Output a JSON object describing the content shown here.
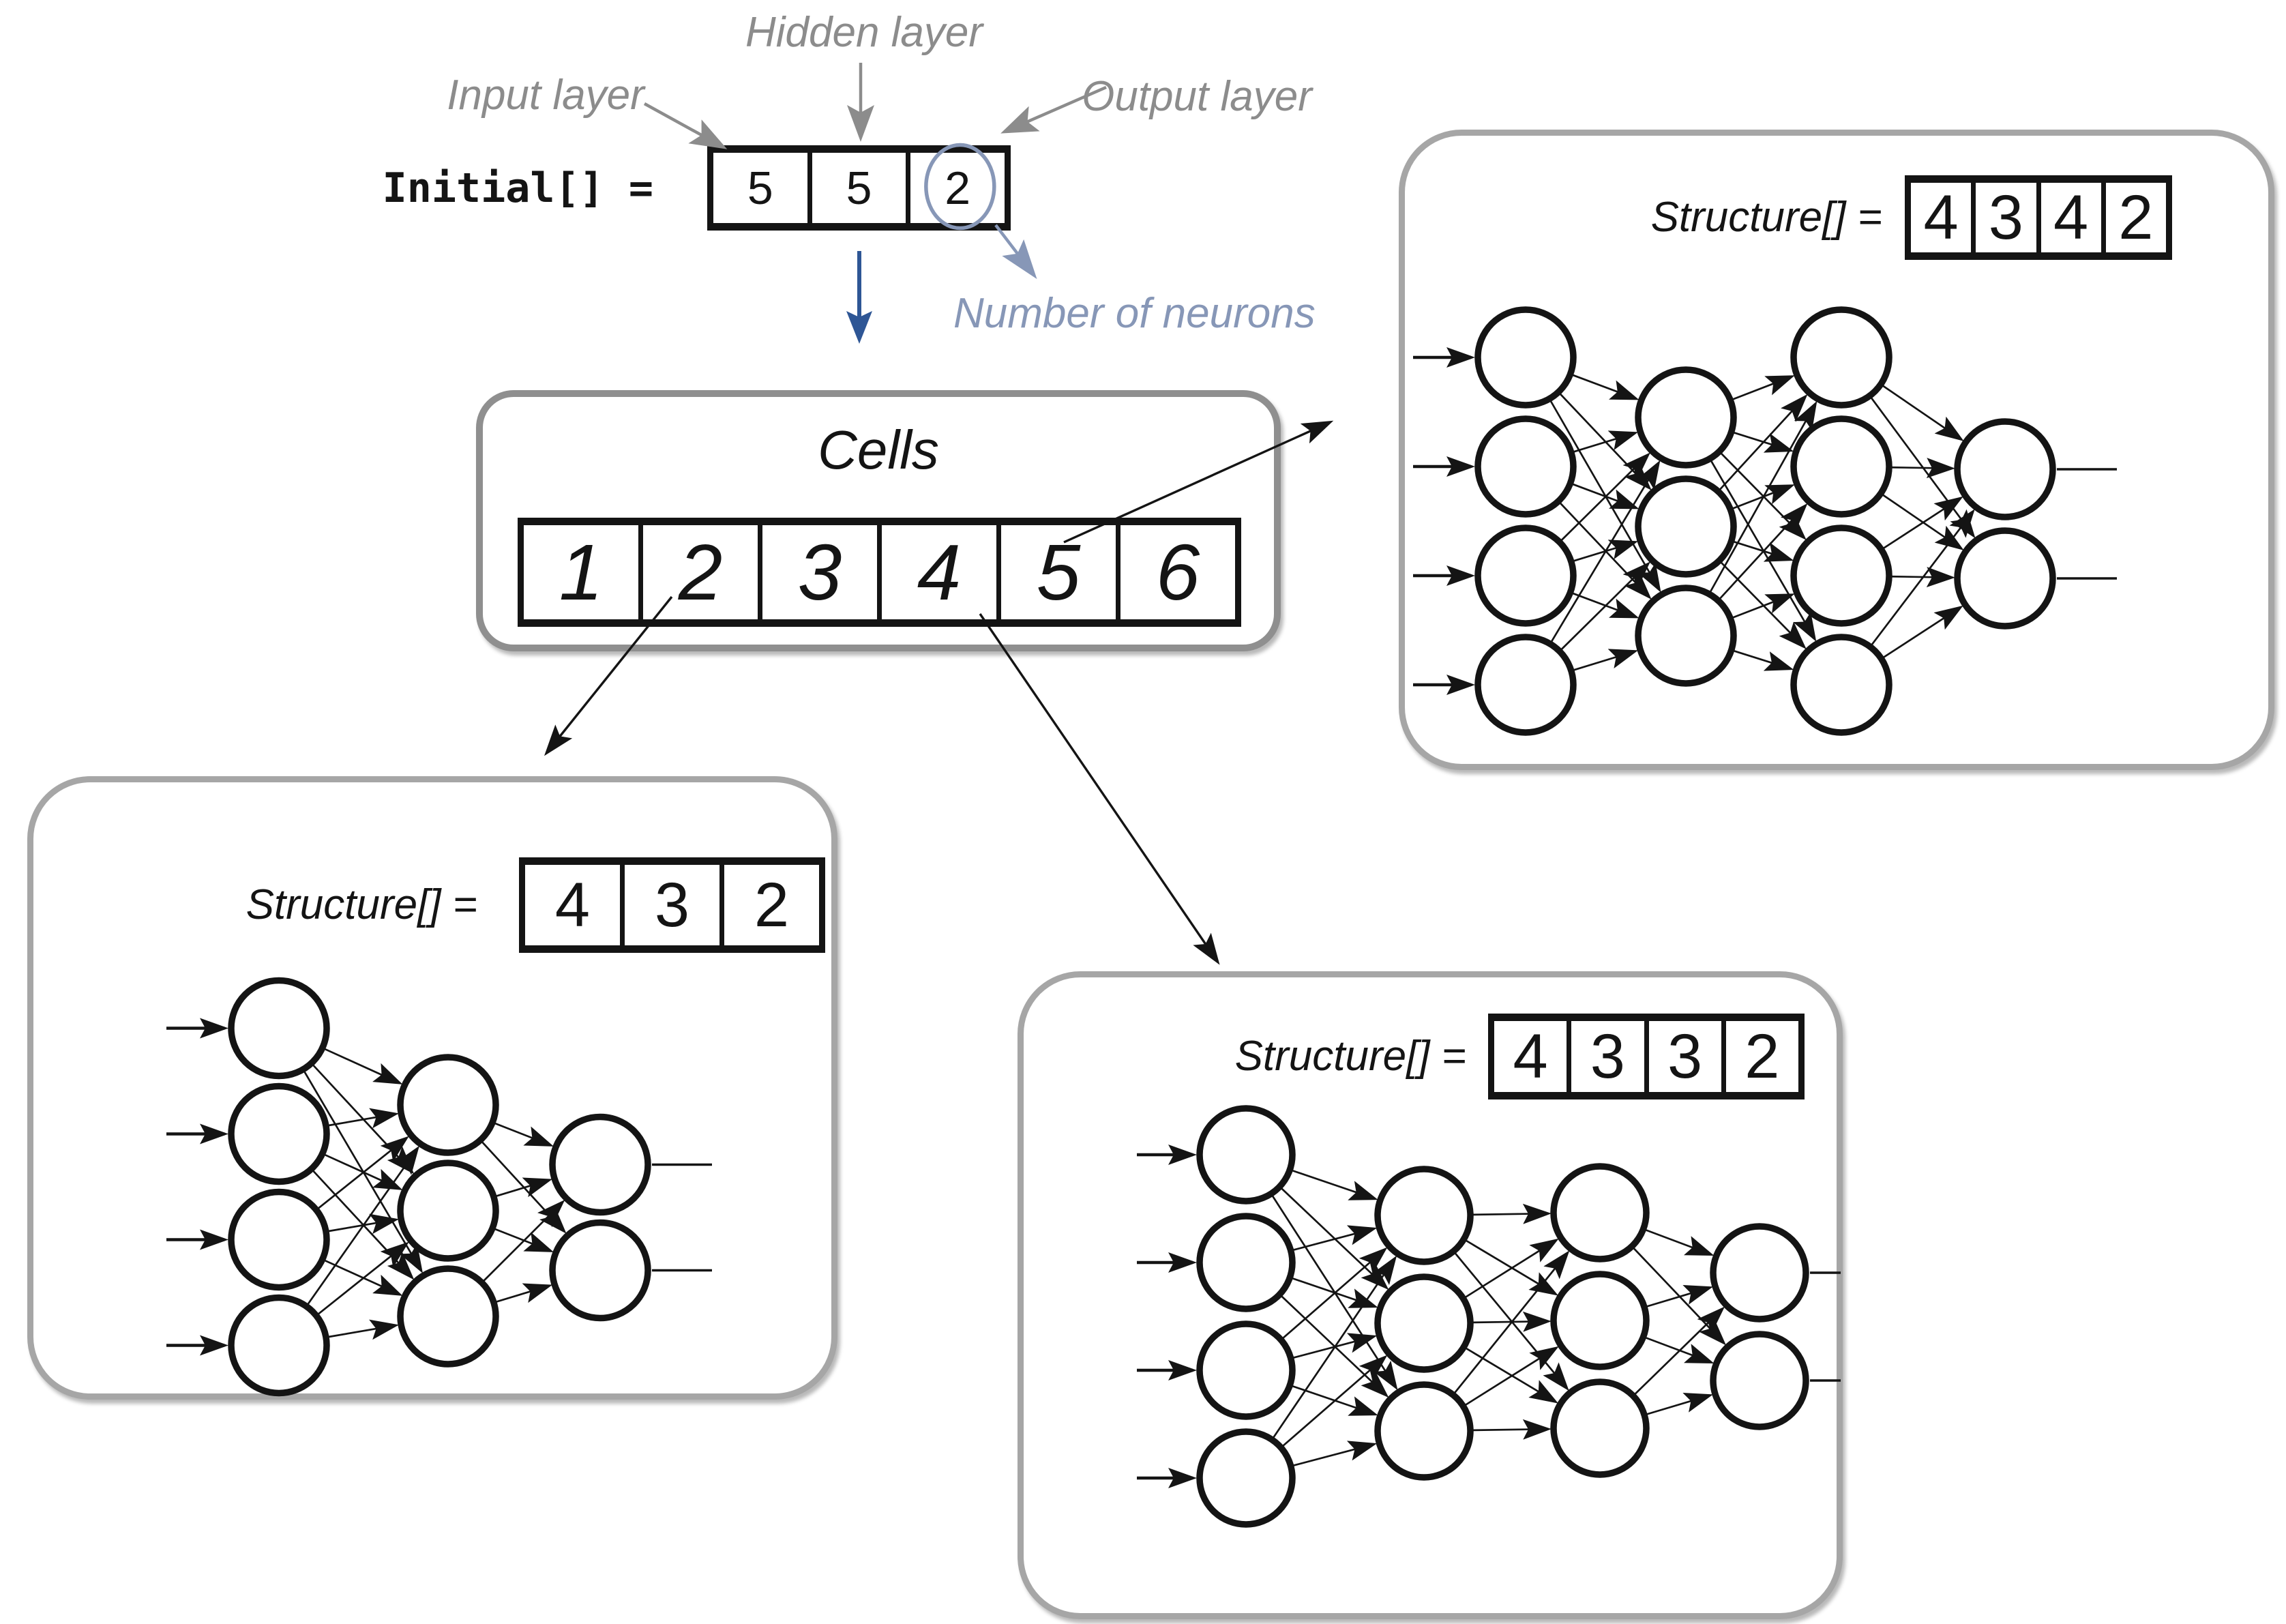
{
  "annotations": {
    "input_layer": "Input layer",
    "hidden_layer": "Hidden layer",
    "output_layer": "Output layer",
    "number_of_neurons": "Number of neurons"
  },
  "initial": {
    "label": "Initial[] =",
    "values": [
      "5",
      "5",
      "2"
    ],
    "circled_index": 2
  },
  "cells": {
    "title": "Cells",
    "values": [
      "1",
      "2",
      "3",
      "4",
      "5",
      "6"
    ]
  },
  "panels": [
    {
      "id": "top-right",
      "structure_label": "Structure[] =",
      "structure": [
        "4",
        "3",
        "4",
        "2"
      ]
    },
    {
      "id": "bottom-left",
      "structure_label": "Structure[] =",
      "structure": [
        "4",
        "3",
        "2"
      ]
    },
    {
      "id": "bottom-middle",
      "structure_label": "Structure[] =",
      "structure": [
        "4",
        "3",
        "3",
        "2"
      ]
    }
  ],
  "colors": {
    "accent_blue": "#2e5695",
    "soft_blue": "#8797b7",
    "label_gray": "#8c8c8c",
    "panel_border": "#a6a6a6",
    "ink": "#141414"
  }
}
